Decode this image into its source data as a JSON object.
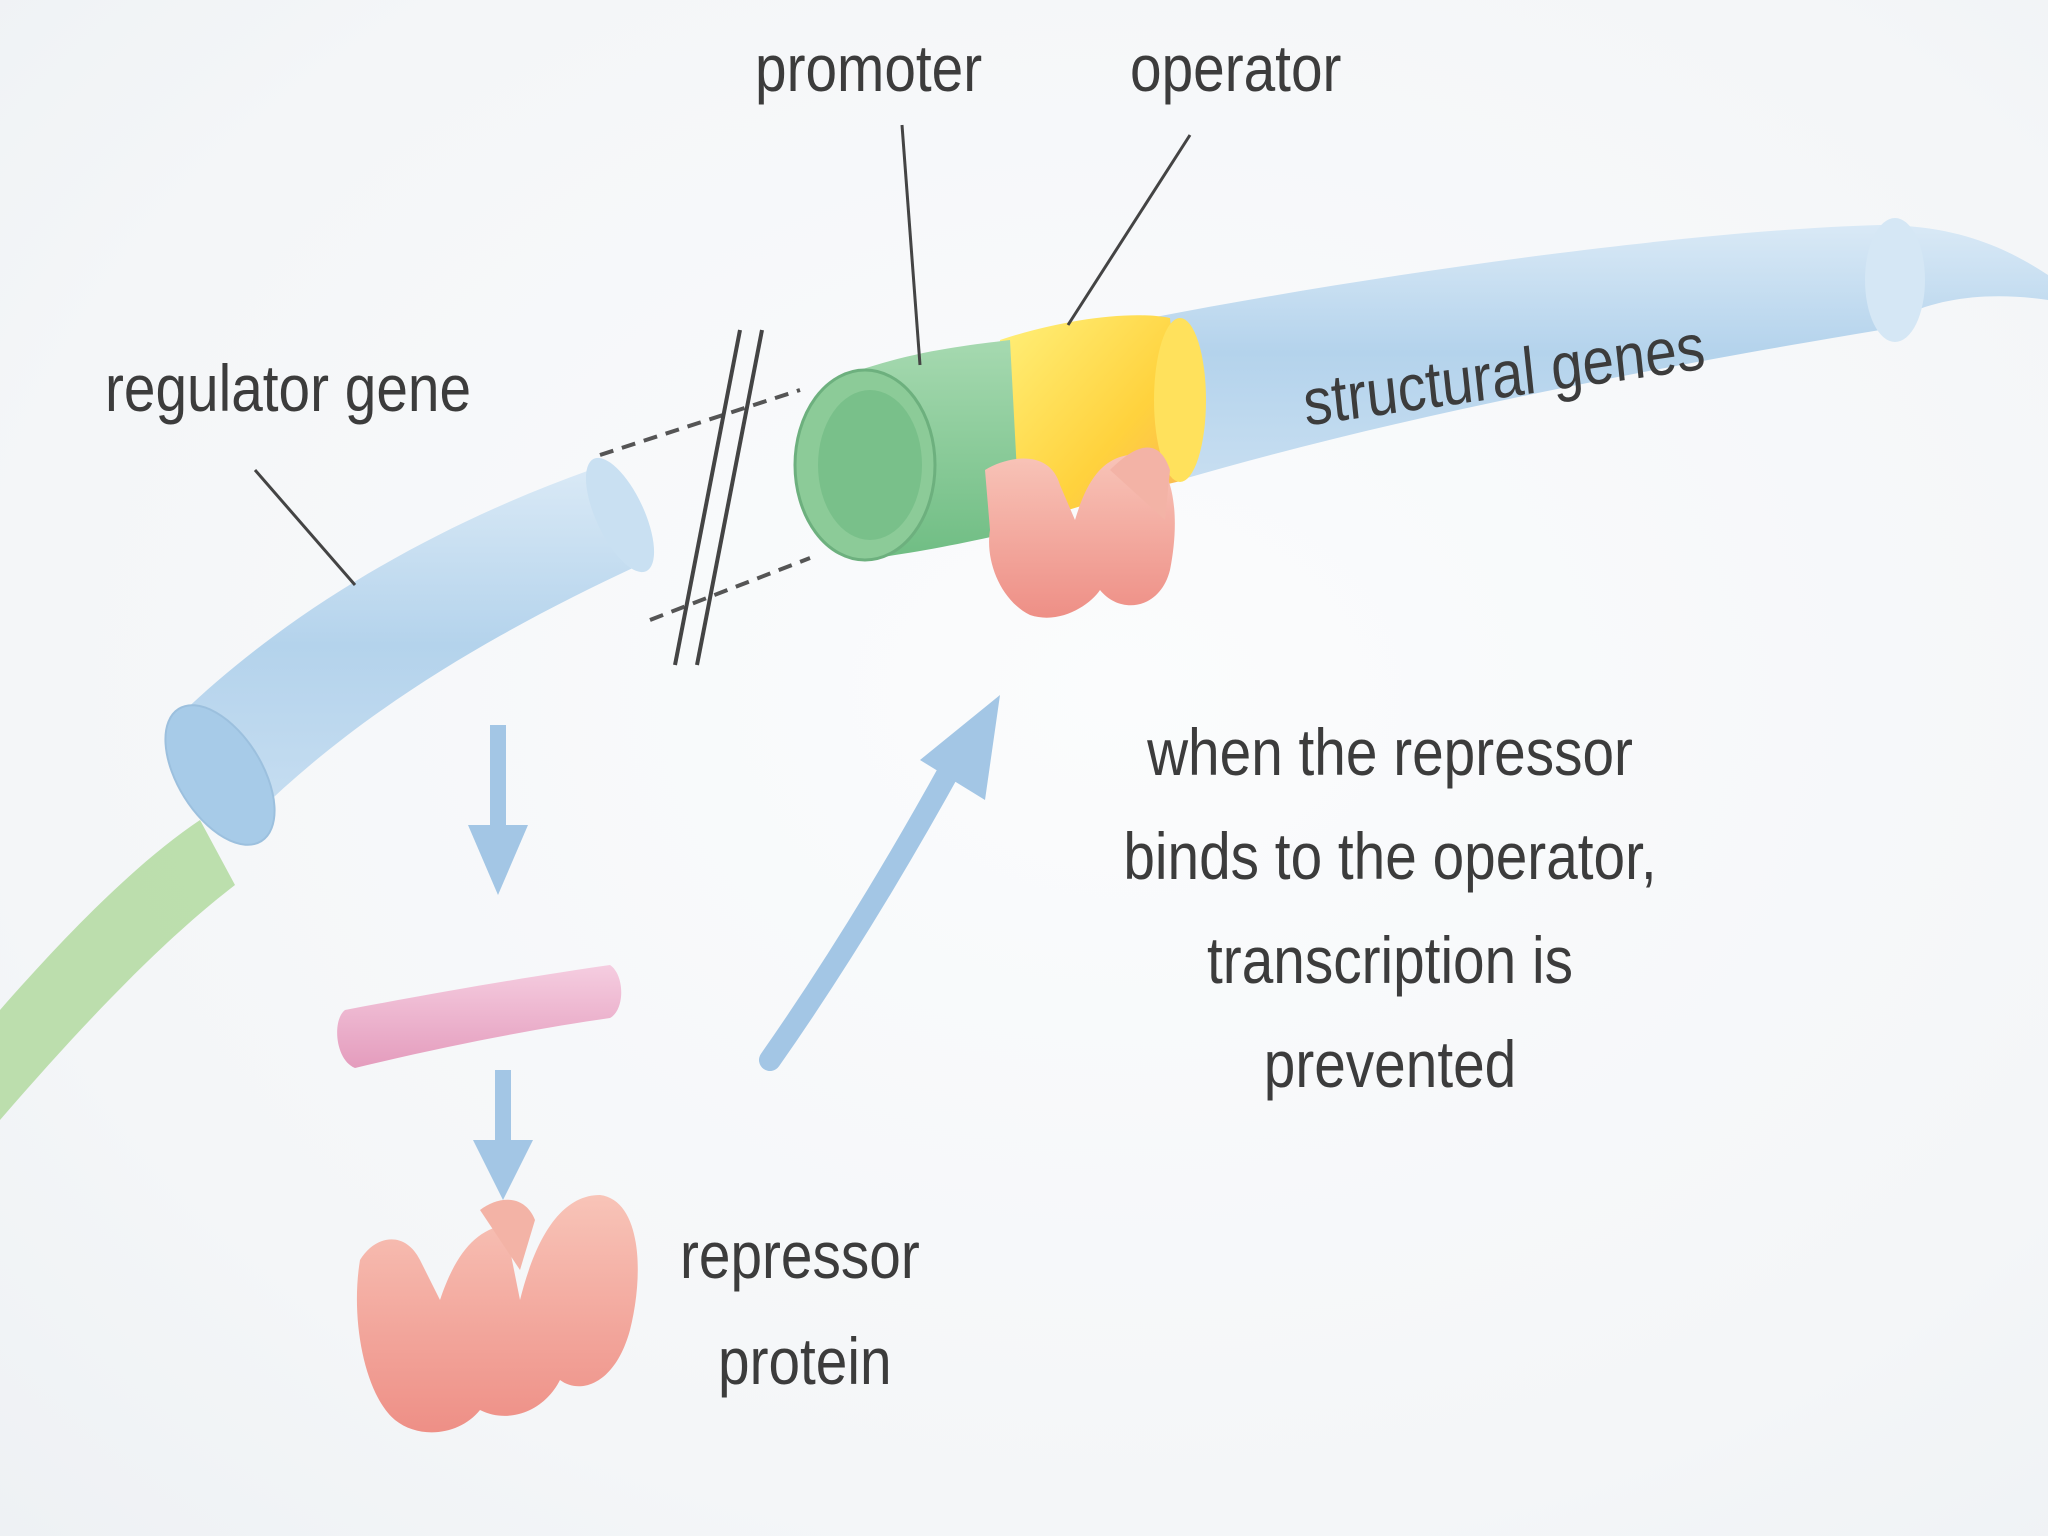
{
  "labels": {
    "promoter": "promoter",
    "operator": "operator",
    "regulator_gene": "regulator gene",
    "structural_genes": "structural genes",
    "repressor_protein": [
      "repressor",
      "protein"
    ],
    "caption": [
      "when the repressor",
      "binds to the operator,",
      "transcription is",
      "prevented"
    ]
  },
  "colors": {
    "dna_green": "#a9d39a",
    "gene_blue": "#b9d6ec",
    "promoter_green": "#7cc38e",
    "operator_yellow": "#ffd84a",
    "repressor_pink": "#f2a094",
    "mrna_pink": "#eeb3cc",
    "arrow_blue": "#9ec3e3"
  }
}
